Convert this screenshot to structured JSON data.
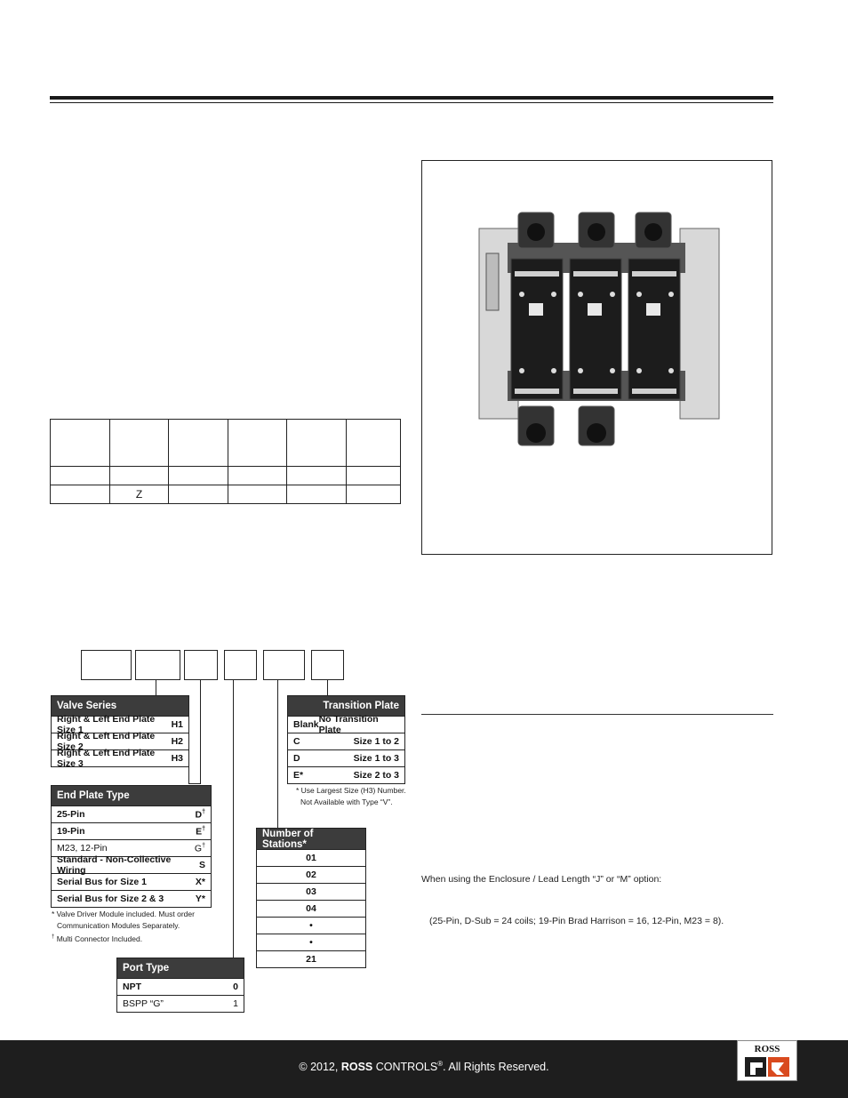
{
  "mini_table": {
    "rows": [
      [
        "",
        "",
        "",
        "",
        "",
        ""
      ],
      [
        "",
        "",
        "",
        "",
        "",
        ""
      ],
      [
        "",
        "Z",
        "",
        "",
        "",
        ""
      ]
    ]
  },
  "valve_series": {
    "title": "Valve Series",
    "items": [
      {
        "label": "Right & Left End Plate Size 1",
        "code": "H1"
      },
      {
        "label": "Right & Left End Plate Size 2",
        "code": "H2"
      },
      {
        "label": "Right & Left End Plate Size 3",
        "code": "H3"
      }
    ]
  },
  "end_plate_type": {
    "title": "End Plate Type",
    "items": [
      {
        "label": "25-Pin",
        "code": "D",
        "mark": "†",
        "bold": true
      },
      {
        "label": "19-Pin",
        "code": "E",
        "mark": "†",
        "bold": true
      },
      {
        "label": "M23, 12-Pin",
        "code": "G",
        "mark": "†",
        "bold": false
      },
      {
        "label": "Standard - Non-Collective Wiring",
        "code": "S",
        "mark": "",
        "bold": true
      },
      {
        "label": "Serial Bus for Size 1",
        "code": "X*",
        "mark": "",
        "bold": true
      },
      {
        "label": "Serial Bus for Size 2 & 3",
        "code": "Y*",
        "mark": "",
        "bold": true
      }
    ],
    "note1": "* Valve Driver Module included. Must order",
    "note2": "Communication Modules Separately.",
    "note3_mark": "†",
    "note3": " Multi Connector Included."
  },
  "port_type": {
    "title": "Port Type",
    "items": [
      {
        "label": "NPT",
        "code": "0",
        "bold": true
      },
      {
        "label": "BSPP “G”",
        "code": "1",
        "bold": false
      }
    ]
  },
  "stations": {
    "title": "Number of Stations*",
    "items": [
      "01",
      "02",
      "03",
      "04",
      "•",
      "•",
      "21"
    ]
  },
  "transition_plate": {
    "title": "Transition Plate",
    "items": [
      {
        "label": "Blank",
        "code": "No Transition Plate"
      },
      {
        "label": "C",
        "code": "Size 1 to 2"
      },
      {
        "label": "D",
        "code": "Size 1 to 3"
      },
      {
        "label": "E*",
        "code": "Size 2 to 3"
      }
    ],
    "note1": "* Use Largest Size (H3) Number.",
    "note2": "Not Available with Type “V”."
  },
  "right_text": {
    "enclosure": "When using the Enclosure / Lead Length “J” or “M” option:",
    "pins": "(25-Pin, D-Sub = 24 coils; 19-Pin Brad Harrison = 16, 12-Pin, M23 = 8)."
  },
  "footer": {
    "copy": "© 2012, ",
    "brand": "ROSS",
    "brand2": " CONTROLS",
    "reg": "®",
    "rights": ". All Rights Reserved.",
    "logo_text": "ROSS"
  },
  "colors": {
    "header_bg": "#3c3c3c",
    "footer_bg": "#1e1e1e",
    "logo_red": "#d94a1e"
  }
}
